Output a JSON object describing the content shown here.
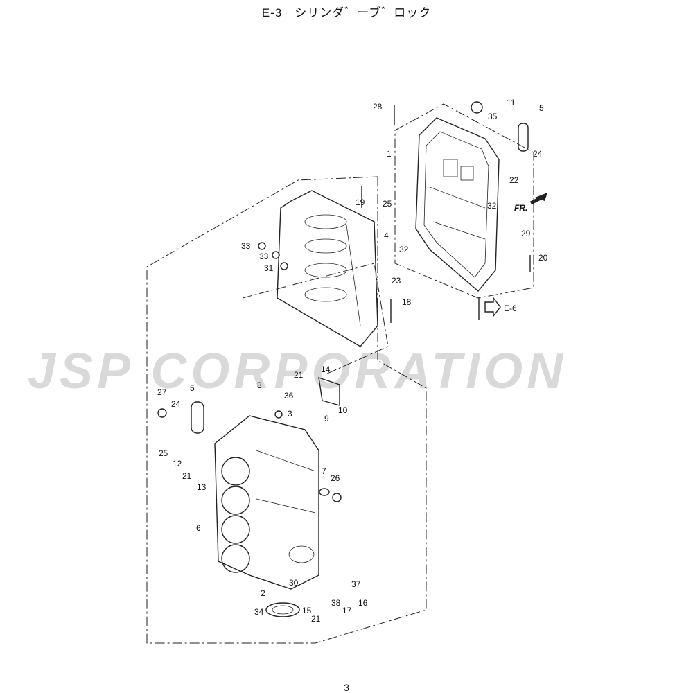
{
  "title": "E-3　シリンダ゛ーブ゛ロック",
  "page_number": "3",
  "watermark": "JSP CORPORATION",
  "direction_label": "FR.",
  "reference_label": "E-6",
  "callouts": [
    "28",
    "11",
    "5",
    "35",
    "1",
    "24",
    "22",
    "19",
    "25",
    "32",
    "33",
    "33",
    "4",
    "32",
    "29",
    "31",
    "20",
    "23",
    "18",
    "14",
    "21",
    "8",
    "36",
    "27",
    "5",
    "24",
    "3",
    "9",
    "10",
    "25",
    "12",
    "21",
    "13",
    "7",
    "26",
    "6",
    "30",
    "2",
    "37",
    "34",
    "38",
    "17",
    "16",
    "15",
    "21"
  ]
}
